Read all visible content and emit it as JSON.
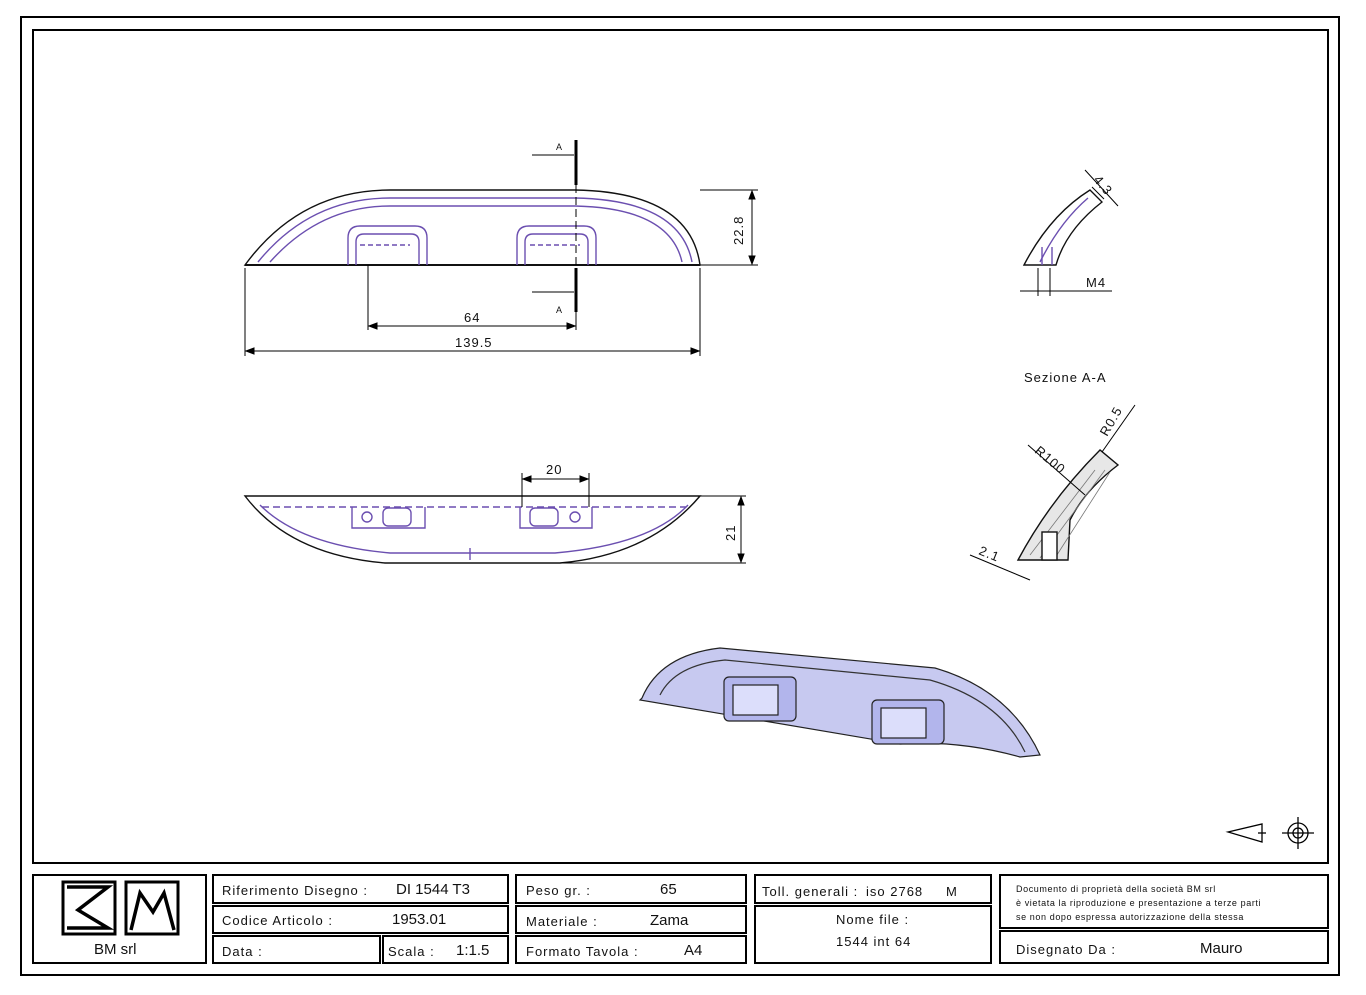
{
  "drawing": {
    "dimensions": {
      "height": "22.8",
      "spacing": "64",
      "length": "139.5",
      "slot_width": "20",
      "depth": "21",
      "thickness": "4.3",
      "thread": "M4",
      "radius_large": "R100",
      "radius_small": "R0.5",
      "wall": "2.1"
    },
    "section_marker": "A",
    "section_title": "Sezione A-A"
  },
  "company": {
    "name": "BM srl"
  },
  "title_block": {
    "riferimento_label": "Riferimento Disegno :",
    "riferimento_value": "DI 1544 T3",
    "codice_label": "Codice Articolo :",
    "codice_value": "1953.01",
    "data_label": "Data :",
    "scala_label": "Scala :",
    "scala_value": "1:1.5",
    "peso_label": "Peso gr. :",
    "peso_value": "65",
    "materiale_label": "Materiale :",
    "materiale_value": "Zama",
    "formato_label": "Formato Tavola :",
    "formato_value": "A4",
    "toll_label": "Toll. generali :",
    "toll_value": "iso 2768",
    "toll_class": "M",
    "nome_label": "Nome file :",
    "nome_value": "1544 int 64",
    "notice_line1": "Documento di proprietà della società BM srl",
    "notice_line2": "è vietata la riproduzione e presentazione a terze parti",
    "notice_line3": "se non dopo espressa autorizzazione della stessa",
    "disegnato_label": "Disegnato Da :",
    "disegnato_value": "Mauro"
  }
}
